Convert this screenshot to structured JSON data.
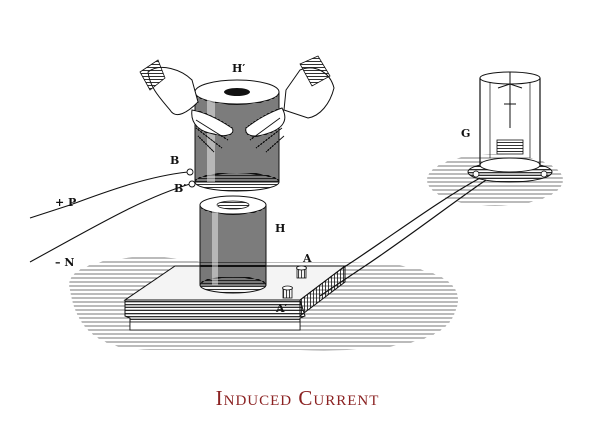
{
  "caption": "Induced Current",
  "labels": {
    "coil_upper": "H′",
    "coil_lower": "H",
    "galvanometer": "G",
    "terminal_b1": "B",
    "terminal_b2": "B′",
    "terminal_a1": "A",
    "terminal_a2": "A′",
    "wire_positive": "+ P",
    "wire_negative": "– N"
  },
  "colors": {
    "caption": "#8b2222",
    "ink": "#111111",
    "shading": "#1a1a1a"
  }
}
